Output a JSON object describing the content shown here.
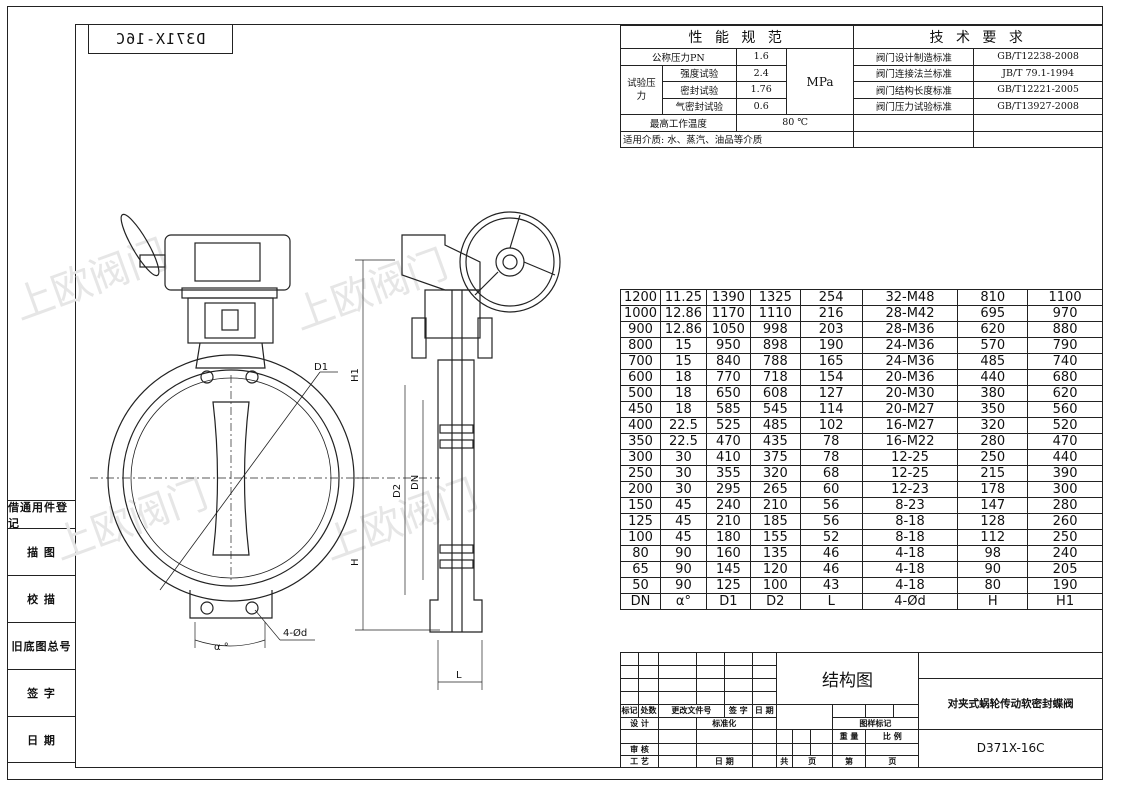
{
  "drawing_code_mirrored": "D371X-16C",
  "side_labels": [
    "借通用件登记",
    "描 图",
    "校 描",
    "旧底图总号",
    "签 字",
    "日 期"
  ],
  "spec": {
    "perf_title": "性 能 规 范",
    "tech_title": "技 术 要 求",
    "nominal_pressure_label": "公称压力PN",
    "nominal_pressure_value": "1.6",
    "test_label": "试验压力",
    "strength_test_label": "强度试验",
    "strength_test_value": "2.4",
    "seal_test_label": "密封试验",
    "seal_test_value": "1.76",
    "air_seal_test_label": "气密封试验",
    "air_seal_test_value": "0.6",
    "unit": "MPa",
    "max_temp_label": "最高工作温度",
    "max_temp_value": "80 ℃",
    "medium": "适用介质: 水、蒸汽、油品等介质",
    "standards": [
      {
        "name": "阀门设计制造标准",
        "code": "GB/T12238-2008"
      },
      {
        "name": "阀门连接法兰标准",
        "code": "JB/T 79.1-1994"
      },
      {
        "name": "阀门结构长度标准",
        "code": "GB/T12221-2005"
      },
      {
        "name": "阀门压力试验标准",
        "code": "GB/T13927-2008"
      }
    ]
  },
  "dims_table": {
    "rows": [
      [
        "1200",
        "11.25",
        "1390",
        "1325",
        "254",
        "32-M48",
        "810",
        "1100"
      ],
      [
        "1000",
        "12.86",
        "1170",
        "1110",
        "216",
        "28-M42",
        "695",
        "970"
      ],
      [
        "900",
        "12.86",
        "1050",
        "998",
        "203",
        "28-M36",
        "620",
        "880"
      ],
      [
        "800",
        "15",
        "950",
        "898",
        "190",
        "24-M36",
        "570",
        "790"
      ],
      [
        "700",
        "15",
        "840",
        "788",
        "165",
        "24-M36",
        "485",
        "740"
      ],
      [
        "600",
        "18",
        "770",
        "718",
        "154",
        "20-M36",
        "440",
        "680"
      ],
      [
        "500",
        "18",
        "650",
        "608",
        "127",
        "20-M30",
        "380",
        "620"
      ],
      [
        "450",
        "18",
        "585",
        "545",
        "114",
        "20-M27",
        "350",
        "560"
      ],
      [
        "400",
        "22.5",
        "525",
        "485",
        "102",
        "16-M27",
        "320",
        "520"
      ],
      [
        "350",
        "22.5",
        "470",
        "435",
        "78",
        "16-M22",
        "280",
        "470"
      ],
      [
        "300",
        "30",
        "410",
        "375",
        "78",
        "12-25",
        "250",
        "440"
      ],
      [
        "250",
        "30",
        "355",
        "320",
        "68",
        "12-25",
        "215",
        "390"
      ],
      [
        "200",
        "30",
        "295",
        "265",
        "60",
        "12-23",
        "178",
        "300"
      ],
      [
        "150",
        "45",
        "240",
        "210",
        "56",
        "8-23",
        "147",
        "280"
      ],
      [
        "125",
        "45",
        "210",
        "185",
        "56",
        "8-18",
        "128",
        "260"
      ],
      [
        "100",
        "45",
        "180",
        "155",
        "52",
        "8-18",
        "112",
        "250"
      ],
      [
        "80",
        "90",
        "160",
        "135",
        "46",
        "4-18",
        "98",
        "240"
      ],
      [
        "65",
        "90",
        "145",
        "120",
        "46",
        "4-18",
        "90",
        "205"
      ],
      [
        "50",
        "90",
        "125",
        "100",
        "43",
        "4-18",
        "80",
        "190"
      ]
    ],
    "headers": [
      "DN",
      "α°",
      "D1",
      "D2",
      "L",
      "4-Ød",
      "H",
      "H1"
    ]
  },
  "title_block": {
    "drawing_name": "结构图",
    "product_name": "对夹式蜗轮传动软密封蝶阀",
    "model": "D371X-16C",
    "mark": "标记",
    "count": "处数",
    "change_doc": "更改文件号",
    "sign": "签 字",
    "date": "日 期",
    "design": "设 计",
    "standardize": "标准化",
    "drawing_mark": "图样标记",
    "weight": "重 量",
    "scale": "比 例",
    "review": "审 核",
    "process": "工 艺",
    "date2": "日 期",
    "total": "共",
    "sheet": "第",
    "page_unit": "页"
  },
  "drawing_labels": {
    "D1": "D1",
    "H1": "H1",
    "D2": "D2",
    "DN": "DN",
    "H": "H",
    "L": "L",
    "alpha": "α °",
    "holes": "4-Ød"
  },
  "watermark": "上欧阀门"
}
